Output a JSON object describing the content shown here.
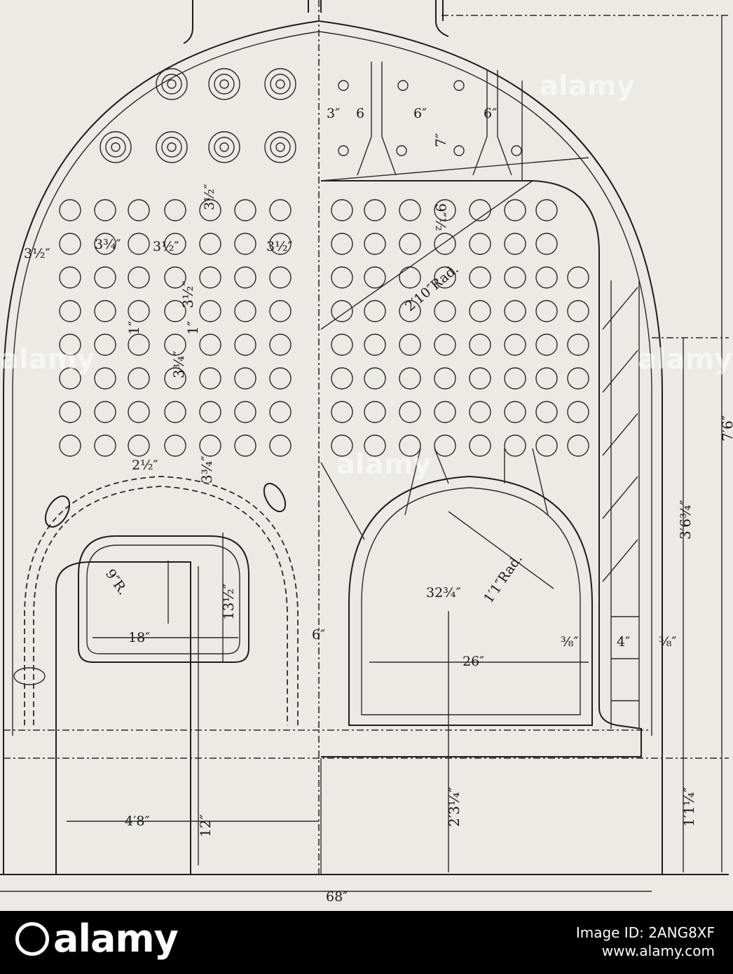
{
  "watermark": {
    "brand": "alamy",
    "image_id_label": "Image ID: 2ANG8XF",
    "site": "www.alamy.com"
  },
  "dimensions": {
    "overall_width": "68″",
    "base_width": "4′8″",
    "base_height": "12″",
    "pit_depth": "2′3¼″",
    "foot_height": "1′1¼″",
    "total_height": "7′6″",
    "upper_height": "3′6¾″",
    "door_width": "18″",
    "door_height": "13½″",
    "door_radius": "9″R.",
    "firebox_width": "26″",
    "firebox_span": "32¾″",
    "firebox_radius": "1′1″Rad.",
    "crown_radius": "2′10″Rad.",
    "water_leg": "6″",
    "plate_a": "⅜″",
    "plate_b": "⅜″",
    "stay_space": "4″",
    "tube_pitch_a": "3½″",
    "tube_pitch_b": "3¾″",
    "tube_pitch_c": "3½″",
    "tube_pitch_d": "3½″",
    "tube_pitch_e": "3½″",
    "tube_gap": "1″",
    "tube_gap_b": "1″",
    "ligament": "2½″",
    "vert_pitch_a": "3½″",
    "vert_pitch_b": "3¾″",
    "vert_pitch_c": "3¾″",
    "stay_3": "3″",
    "stay_6a": "6",
    "stay_6b": "6″",
    "stay_6c": "6″",
    "stay_7": "7″",
    "stay_96": "9″½"
  }
}
